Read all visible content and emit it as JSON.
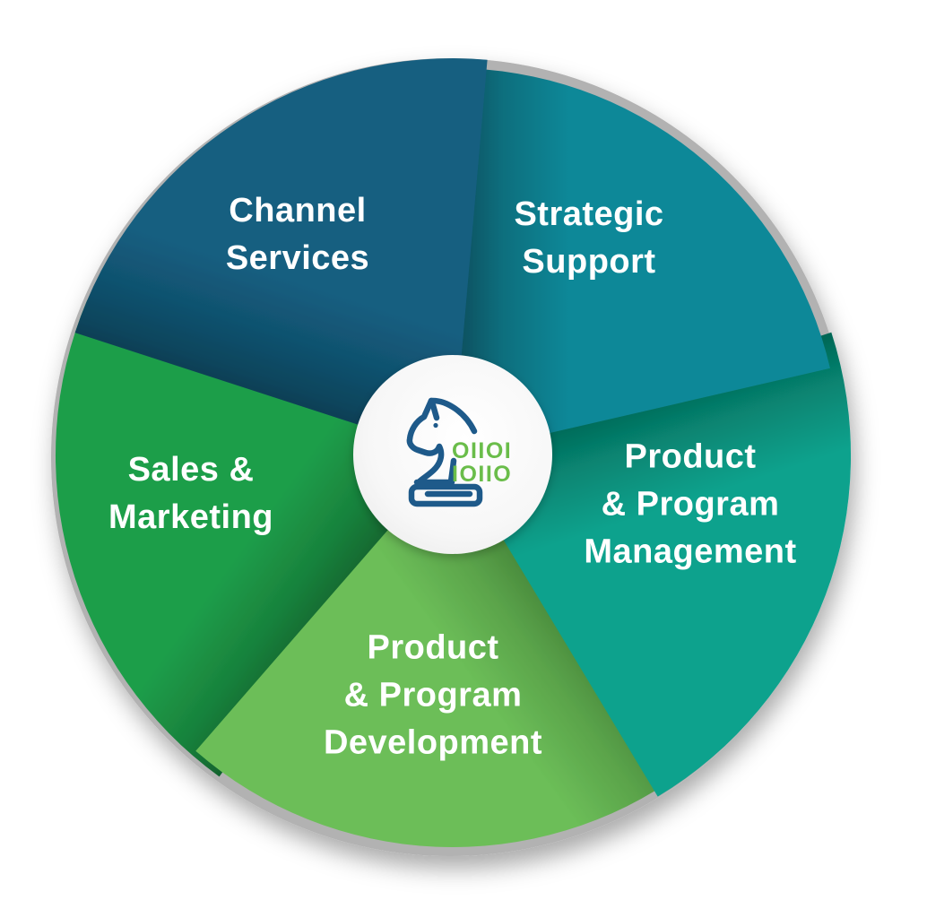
{
  "diagram": {
    "type": "segmented-wheel",
    "segment_count": 5,
    "background_color": "#ffffff",
    "rim_color": "#b2b2b2",
    "segments": [
      {
        "id": "strategic-support",
        "lines": [
          "Strategic",
          "Support"
        ],
        "color": "#0e8898",
        "shadow_color": "#0a4c5b",
        "position": "top-right"
      },
      {
        "id": "product-program-management",
        "lines": [
          "Product",
          "& Program",
          "Management"
        ],
        "color": "#09a28d",
        "shadow_color": "#046654",
        "position": "right"
      },
      {
        "id": "product-program-development",
        "lines": [
          "Product",
          "& Program",
          "Development"
        ],
        "color": "#6cbe58",
        "shadow_color": "#47873a",
        "position": "bottom"
      },
      {
        "id": "sales-marketing",
        "lines": [
          "Sales &",
          "Marketing"
        ],
        "color": "#1f9e4a",
        "shadow_color": "#11632e",
        "position": "left"
      },
      {
        "id": "channel-services",
        "lines": [
          "Channel",
          "Services"
        ],
        "color": "#145e80",
        "shadow_color": "#0c4056",
        "position": "top-left"
      }
    ],
    "center": {
      "icon": "chess-knight-icon",
      "icon_color": "#1e5a8a",
      "circle_color": "#ffffff",
      "binary_color": "#6abd4a",
      "binary_lines": [
        "OIIOI",
        "IOIIO"
      ]
    },
    "text_color": "#ffffff"
  }
}
